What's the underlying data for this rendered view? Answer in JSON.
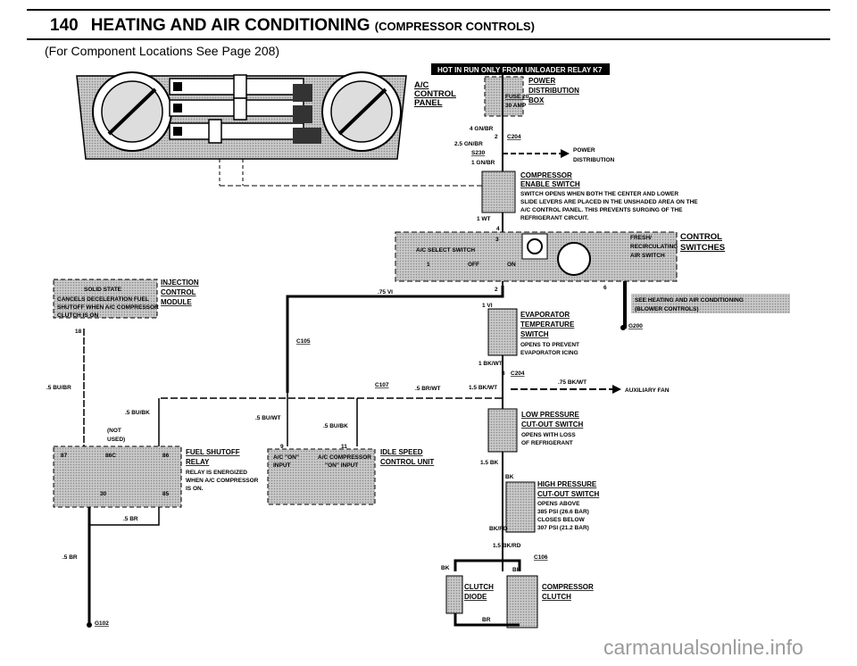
{
  "header": {
    "page_number": "140",
    "title_main": "HEATING AND AIR CONDITIONING",
    "title_sub": "(COMPRESSOR CONTROLS)",
    "subtitle": "(For Component Locations See Page 208)"
  },
  "banner": "HOT IN RUN ONLY FROM UNLOADER RELAY K7",
  "panel": {
    "ac": "A/C",
    "control": "CONTROL",
    "panel": "PANEL"
  },
  "fuse": {
    "fuse": "FUSE 20",
    "amp": "30 AMP",
    "pd1": "POWER",
    "pd2": "DISTRIBUTION",
    "pd3": "BOX"
  },
  "wires_top": {
    "w1": "4 GN/BR",
    "pin2": "2",
    "c204": "C204",
    "w2": "2.5 GN/BR",
    "s230": "S230",
    "w3": "1 GN/BR",
    "pw1": "POWER",
    "pw2": "DISTRIBUTION"
  },
  "enable": {
    "t1": "COMPRESSOR",
    "t2": "ENABLE SWITCH",
    "d1": "SWITCH OPENS WHEN BOTH THE CENTER AND LOWER",
    "d2": "SLIDE LEVERS ARE PLACED IN THE UNSHADED AREA ON THE",
    "d3": "A/C CONTROL PANEL. THIS PREVENTS SURGING OF THE",
    "d4": "REFRIGERANT CIRCUIT.",
    "wire": "1 WT",
    "pin": "4"
  },
  "control_sw": {
    "select": "A/C SELECT SWITCH",
    "pin3": "3",
    "pin1": "1",
    "off": "OFF",
    "on": "ON",
    "fr1": "FRESH/",
    "fr2": "RECIRCULATING",
    "fr3": "AIR SWITCH",
    "ctl1": "CONTROL",
    "ctl2": "SWITCHES",
    "pin2": "2",
    "pin6": "6"
  },
  "blower": {
    "t1": "SEE HEATING AND AIR CONDITIONING",
    "t2": "(BLOWER CONTROLS)",
    "g200": "G200"
  },
  "injection": {
    "i1": "INJECTION",
    "i2": "CONTROL",
    "i3": "MODULE",
    "s1": "SOLID STATE",
    "s2": "CANCELS DECELERATION FUEL",
    "s3": "SHUTOFF WHEN A/C COMPRESSOR",
    "s4": "CLUTCH IS ON",
    "pin": "18"
  },
  "evap": {
    "t1": "EVAPORATOR",
    "t2": "TEMPERATURE",
    "t3": "SWITCH",
    "d1": "OPENS TO PREVENT",
    "d2": "EVAPORATOR ICING",
    "w_in": "1 VI",
    "w_out": "1 BK/WT",
    "pin8": "8",
    "c204": "C204"
  },
  "wires_mid": {
    "vi75": ".75 VI",
    "c105": "C105",
    "c107": "C107",
    "bubr": ".5 BU/BR",
    "brwt": ".5 BR/WT",
    "bkwt15": "1.5 BK/WT",
    "bkwt75": ".75 BK/WT",
    "aux": "AUXILIARY FAN",
    "bubk": ".5 BU/BK",
    "buwt": ".5 BU/WT",
    "bubk2": ".5 BU/BK",
    "pin9": "9",
    "pin11": "11"
  },
  "relay": {
    "t1": "FUEL SHUTOFF",
    "t2": "RELAY",
    "d1": "RELAY IS ENERGIZED",
    "d2": "WHEN A/C COMPRESSOR",
    "d3": "IS ON.",
    "notused1": "(NOT",
    "notused2": "USED)",
    "p87": "87",
    "p86c": "86C",
    "p86": "86",
    "p30": "30",
    "p85": "85",
    "br5": ".5 BR",
    "br5b": ".5 BR",
    "g102": "G102"
  },
  "idle": {
    "t1": "IDLE SPEED",
    "t2": "CONTROL UNIT",
    "i1": "A/C \"ON\"",
    "i2": "INPUT",
    "i3": "A/C COMPRESSOR",
    "i4": "\"ON\" INPUT"
  },
  "lowp": {
    "t1": "LOW PRESSURE",
    "t2": "CUT-OUT SWITCH",
    "d1": "OPENS WITH LOSS",
    "d2": "OF REFRIGERANT",
    "w": "1.5 BK",
    "bk": "BK"
  },
  "highp": {
    "t1": "HIGH PRESSURE",
    "t2": "CUT-OUT SWITCH",
    "d1": "OPENS ABOVE",
    "d2": "385 PSI (26.6 BAR)",
    "d3": "CLOSES BELOW",
    "d4": "307 PSI (21.2 BAR)",
    "w1": "BK/RD",
    "w2": "1.5 BK/RD",
    "c106": "C106"
  },
  "clutch": {
    "d1": "CLUTCH",
    "d2": "DIODE",
    "c1": "COMPRESSOR",
    "c2": "CLUTCH",
    "bk1": "BK",
    "bk2": "BK",
    "br": "BR"
  },
  "watermark": "carmanualsonline.info"
}
